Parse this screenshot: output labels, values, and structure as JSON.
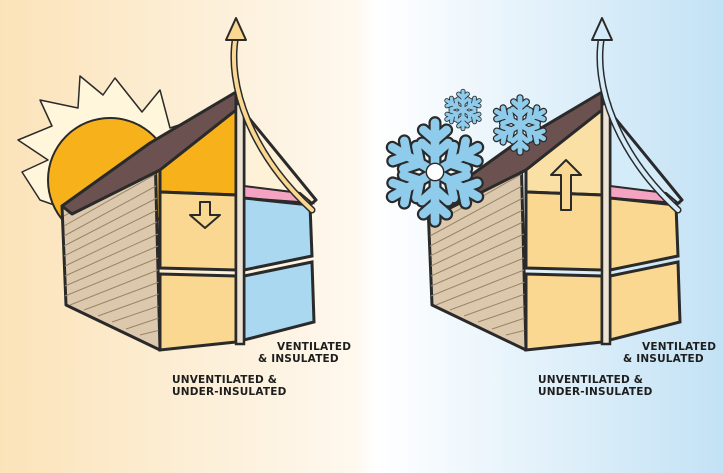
{
  "summer": {
    "label_ventilated_line1": "VENTILATED",
    "label_ventilated_line2": "& INSULATED",
    "label_unventilated_line1": "UNVENTILATED &",
    "label_unventilated_line2": "UNDER-INSULATED"
  },
  "winter": {
    "label_ventilated_line1": "VENTILATED",
    "label_ventilated_line2": "& INSULATED",
    "label_unventilated_line1": "UNVENTILATED &",
    "label_unventilated_line2": "UNDER-INSULATED"
  },
  "colors": {
    "summer_background": "#fbe3b9",
    "winter_background": "#c3e2f5",
    "sun": "#f7b21b",
    "roof": "#6b5250",
    "siding": "#dcc9ad",
    "attic_hot": "#f7b21b",
    "room_warm": "#fbd891",
    "room_cool": "#a9d8f0",
    "insulation": "#f4a4c2",
    "snowflake": "#8fcbea"
  },
  "icons": {
    "sun": "sun-icon",
    "snowflake": "snowflake-icon",
    "heat_arrow": "arrow-down-icon",
    "escape_arrow": "arrow-up-icon"
  }
}
